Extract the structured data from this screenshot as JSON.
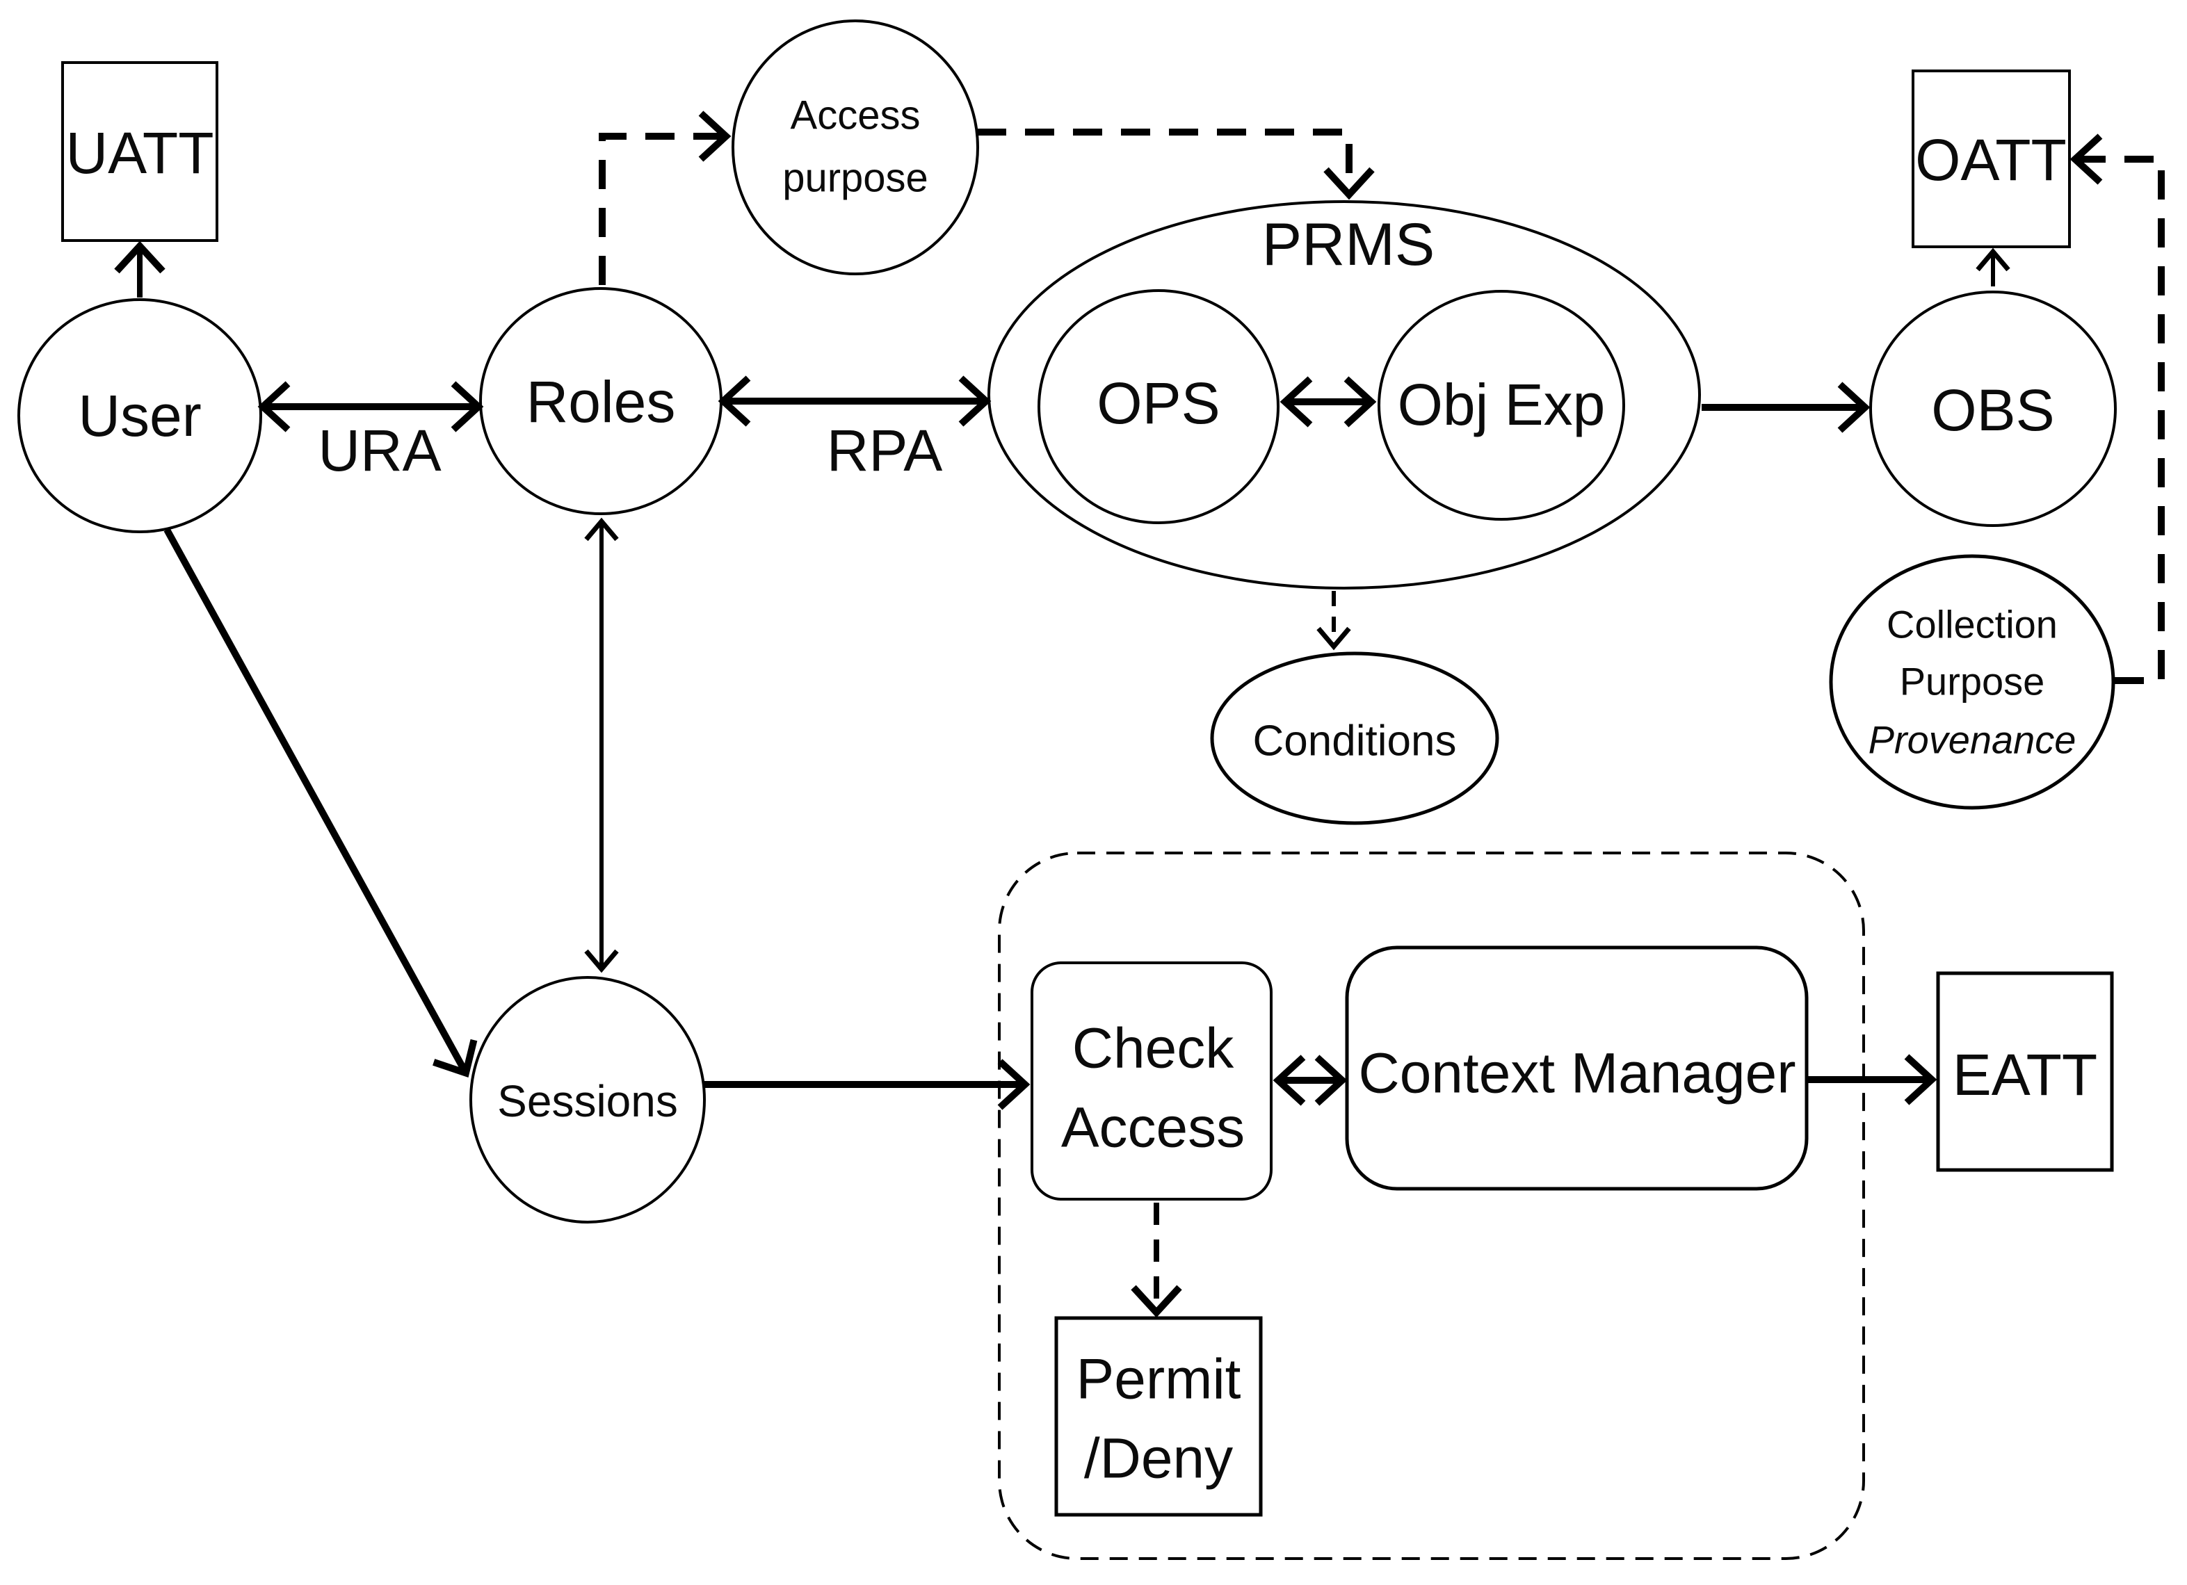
{
  "colors": {
    "background": "#ffffff",
    "stroke": "#000000",
    "highlight_fill": "#d8ecf3",
    "provenance_text": "#ee7e18"
  },
  "nodes": {
    "uatt": {
      "label": "UATT"
    },
    "user": {
      "label": "User"
    },
    "roles": {
      "label": "Roles"
    },
    "sessions": {
      "label": "Sessions"
    },
    "access_purpose": {
      "line1": "Access",
      "line2": "purpose"
    },
    "prms": {
      "label": "PRMS"
    },
    "ops": {
      "label": "OPS"
    },
    "obj_exp": {
      "label": "Obj Exp"
    },
    "obs": {
      "label": "OBS"
    },
    "oatt": {
      "label": "OATT"
    },
    "collection_purpose": {
      "line1": "Collection",
      "line2": "Purpose",
      "line3": "Provenance"
    },
    "conditions": {
      "label": "Conditions"
    },
    "check_access": {
      "line1": "Check",
      "line2": "Access"
    },
    "context_manager": {
      "label": "Context Manager"
    },
    "eatt": {
      "label": "EATT"
    },
    "permit_deny": {
      "line1": "Permit",
      "line2": "/Deny"
    }
  },
  "edges": {
    "ura": {
      "label": "URA"
    },
    "rpa": {
      "label": "RPA"
    }
  }
}
